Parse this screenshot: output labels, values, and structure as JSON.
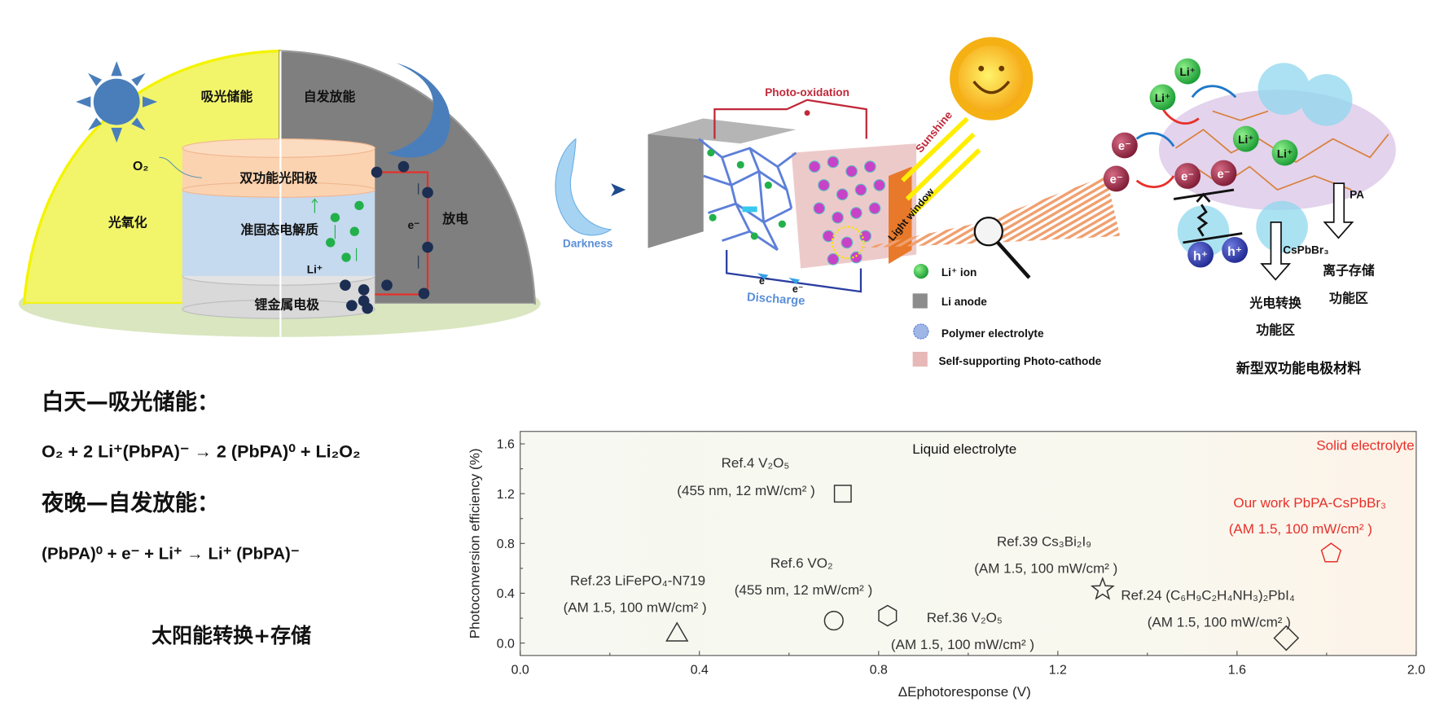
{
  "colors": {
    "day": "#f2f56a",
    "night": "#7f7f7f",
    "icon_blue": "#4a7ebb",
    "accent_red": "#e8302a",
    "li_green": "#22b04b",
    "electron": "#9b2743",
    "hole": "#2e3aa8"
  },
  "panel_left": {
    "day_label": "吸光储能",
    "night_label": "自发放能",
    "o2": "O₂",
    "photoanode": "双功能光阳极",
    "photo_oxidation": "光氧化",
    "electrolyte": "准固态电解质",
    "electron": "e⁻",
    "discharge": "放电",
    "li_ion": "Li⁺",
    "li_electrode": "锂金属电极"
  },
  "panel_middle": {
    "darkness": "Darkness",
    "photo_oxidation": "Photo-oxidation",
    "sunshine": "Sunshine",
    "light_window": "Light window",
    "discharge": "Discharge",
    "electron": "e⁻",
    "legend": [
      {
        "icon": "green-ball-icon",
        "label": "Li⁺ ion"
      },
      {
        "icon": "gray-cube-icon",
        "label": "Li anode"
      },
      {
        "icon": "polymer-network-icon",
        "label": "Polymer electrolyte"
      },
      {
        "icon": "pink-cube-icon",
        "label": "Self-supporting Photo-cathode"
      }
    ]
  },
  "panel_right": {
    "li_ion": "Li⁺",
    "electron": "e⁻",
    "hole": "h⁺",
    "pa": "PA",
    "cspbbr3": "CsPbBr₃",
    "ion_storage_1": "离子存储",
    "ion_storage_2": "功能区",
    "photo_conv_1": "光电转换",
    "photo_conv_2": "功能区",
    "caption": "新型双功能电极材料"
  },
  "text_block": {
    "day_heading": "白天—吸光储能：",
    "day_equation": "O₂ + 2 Li⁺(PbPA)⁻ → 2 (PbPA)⁰ + Li₂O₂",
    "night_heading": "夜晚—自发放能：",
    "night_equation": "(PbPA)⁰ + e⁻ + Li⁺ → Li⁺ (PbPA)⁻",
    "summary": "太阳能转换+存储"
  },
  "chart_data": {
    "type": "scatter",
    "title": "",
    "xlabel": "ΔEphotoresponse (V)",
    "ylabel": "Photoconversion efficiency (%)",
    "xlim": [
      0.0,
      2.0
    ],
    "ylim": [
      -0.1,
      1.7
    ],
    "xticks": [
      "0.0",
      "0.4",
      "0.8",
      "1.2",
      "1.6",
      "2.0"
    ],
    "yticks": [
      "0.0",
      "0.4",
      "0.8",
      "1.2",
      "1.6"
    ],
    "region_labels": {
      "liquid": "Liquid electrolyte",
      "solid": "Solid electrolyte"
    },
    "grid": false,
    "points": [
      {
        "name": "Ref.23 LiFePO₄-N719",
        "condition": "(AM 1.5, 100 mW/cm² )",
        "x": 0.35,
        "y": 0.08,
        "marker": "triangle",
        "highlight": false
      },
      {
        "name": "Ref.4 V₂O₅",
        "condition": "(455 nm, 12 mW/cm² )",
        "x": 0.72,
        "y": 1.2,
        "marker": "square",
        "highlight": false
      },
      {
        "name": "Ref.6 VO₂",
        "condition": "(455 nm, 12 mW/cm² )",
        "x": 0.7,
        "y": 0.18,
        "marker": "circle",
        "highlight": false
      },
      {
        "name": "Ref.36 V₂O₅",
        "condition": "(AM 1.5, 100 mW/cm² )",
        "x": 0.82,
        "y": 0.22,
        "marker": "hexagon",
        "highlight": false
      },
      {
        "name": "Ref.39  Cs₃Bi₂I₉",
        "condition": "(AM 1.5, 100 mW/cm² )",
        "x": 1.3,
        "y": 0.43,
        "marker": "star",
        "highlight": false
      },
      {
        "name": "Ref.24 (C₆H₉C₂H₄NH₃)₂PbI₄",
        "condition": "(AM 1.5, 100 mW/cm² )",
        "x": 1.71,
        "y": 0.04,
        "marker": "diamond",
        "highlight": false
      },
      {
        "name": "Our work PbPA-CsPbBr₃",
        "condition": "(AM 1.5, 100 mW/cm² )",
        "x": 1.81,
        "y": 0.72,
        "marker": "pentagon",
        "highlight": true
      }
    ]
  }
}
